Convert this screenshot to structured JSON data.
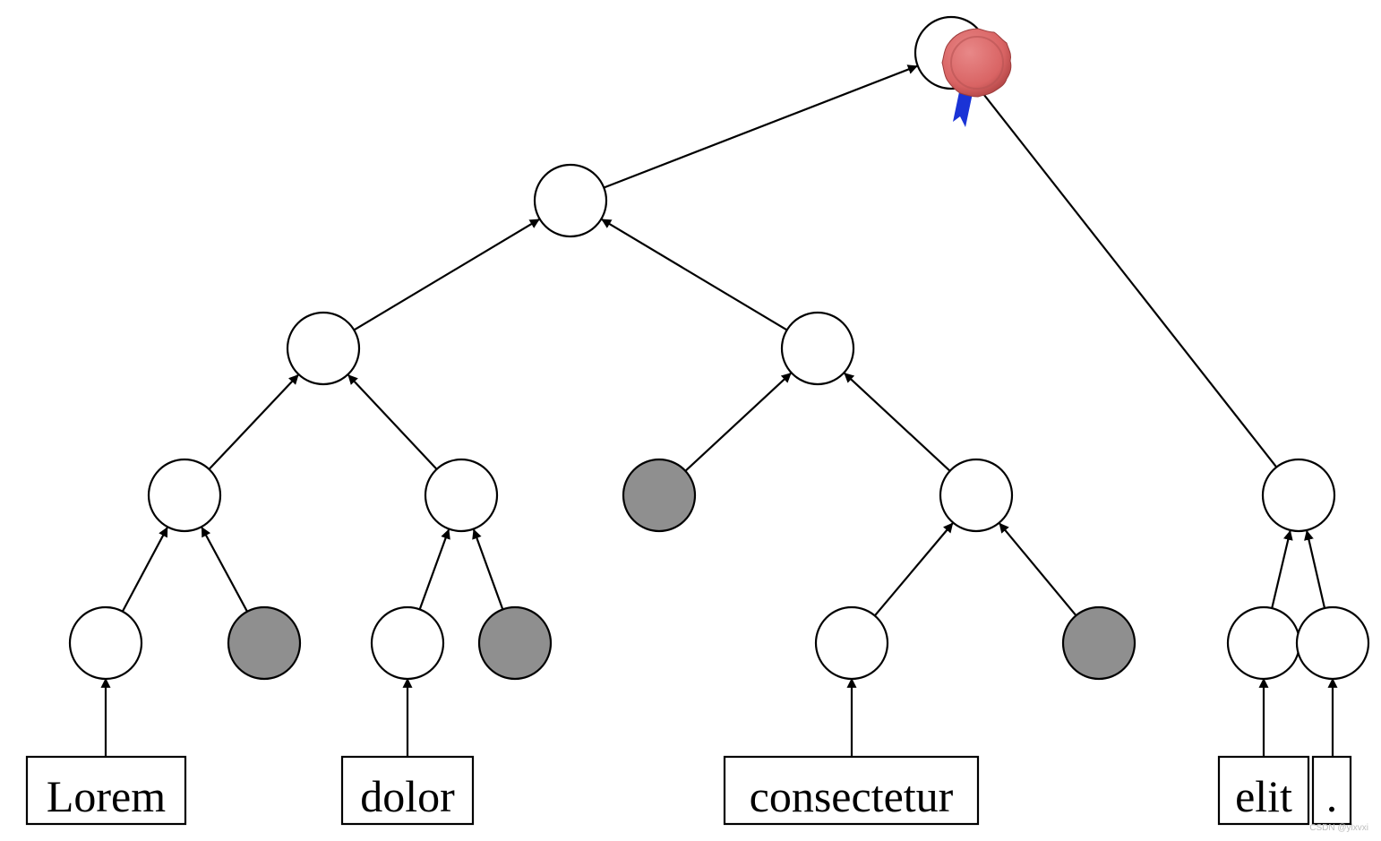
{
  "diagram": {
    "tokens": [
      {
        "id": "t-lorem",
        "label": "Lorem"
      },
      {
        "id": "t-dolor",
        "label": "dolor"
      },
      {
        "id": "t-consectetur",
        "label": "consectetur"
      },
      {
        "id": "t-elit",
        "label": "elit"
      },
      {
        "id": "t-period",
        "label": "."
      }
    ],
    "nodes": [
      {
        "id": "root",
        "state": "hashed"
      },
      {
        "id": "n1",
        "state": "hashed"
      },
      {
        "id": "n2",
        "state": "hashed"
      },
      {
        "id": "n3",
        "state": "hashed"
      },
      {
        "id": "n4",
        "state": "hashed"
      },
      {
        "id": "n5",
        "state": "hashed"
      },
      {
        "id": "n6",
        "state": "padding"
      },
      {
        "id": "n7",
        "state": "hashed"
      },
      {
        "id": "n8",
        "state": "hashed"
      },
      {
        "id": "l1",
        "state": "hashed"
      },
      {
        "id": "l2",
        "state": "padding"
      },
      {
        "id": "l3",
        "state": "hashed"
      },
      {
        "id": "l4",
        "state": "padding"
      },
      {
        "id": "l5",
        "state": "hashed"
      },
      {
        "id": "l6",
        "state": "padding"
      },
      {
        "id": "l7",
        "state": "hashed"
      },
      {
        "id": "l8",
        "state": "hashed"
      }
    ],
    "edges": [
      {
        "from": "n1",
        "to": "root"
      },
      {
        "from": "n8",
        "to": "root"
      },
      {
        "from": "n2",
        "to": "n1"
      },
      {
        "from": "n3",
        "to": "n1"
      },
      {
        "from": "n4",
        "to": "n2"
      },
      {
        "from": "n5",
        "to": "n2"
      },
      {
        "from": "n6",
        "to": "n3"
      },
      {
        "from": "n7",
        "to": "n3"
      },
      {
        "from": "l1",
        "to": "n4"
      },
      {
        "from": "l2",
        "to": "n4"
      },
      {
        "from": "l3",
        "to": "n5"
      },
      {
        "from": "l4",
        "to": "n5"
      },
      {
        "from": "l5",
        "to": "n7"
      },
      {
        "from": "l6",
        "to": "n7"
      },
      {
        "from": "l7",
        "to": "n8"
      },
      {
        "from": "l8",
        "to": "n8"
      },
      {
        "from": "t-lorem",
        "to": "l1"
      },
      {
        "from": "t-dolor",
        "to": "l3"
      },
      {
        "from": "t-consectetur",
        "to": "l5"
      },
      {
        "from": "t-elit",
        "to": "l7"
      },
      {
        "from": "t-period",
        "to": "l8"
      }
    ],
    "colors": {
      "hashed_fill": "#ffffff",
      "padding_fill": "#8f8f8f",
      "stroke": "#000000",
      "seal": "#d96464",
      "ribbon": "#1a33d6"
    },
    "seal_icon": "wax-seal-icon",
    "watermark": "CSDN @ylxvxi"
  }
}
